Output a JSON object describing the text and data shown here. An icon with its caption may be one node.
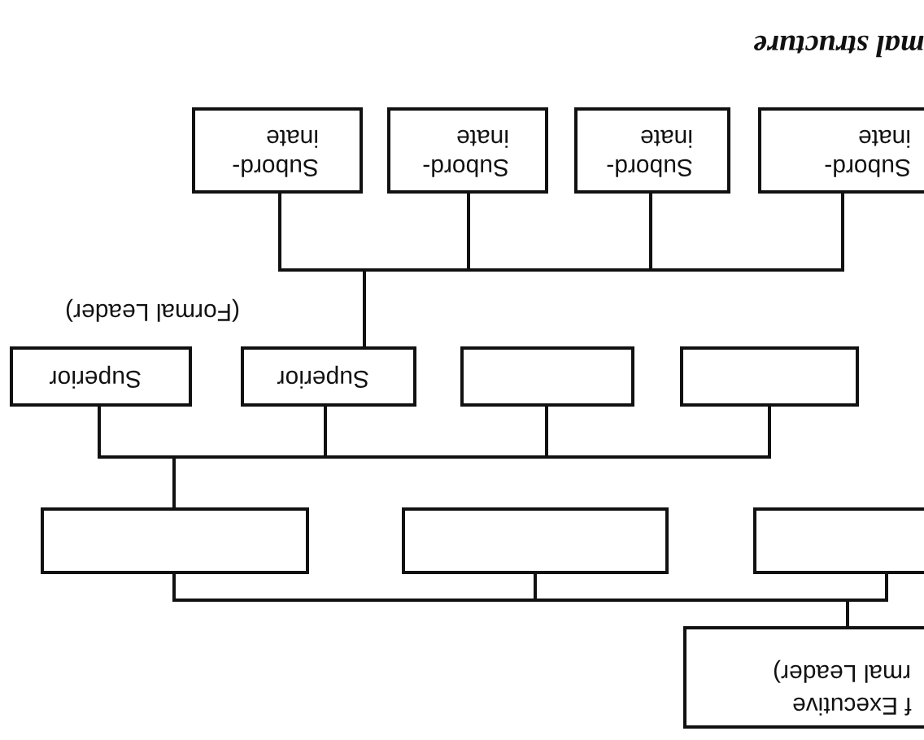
{
  "diagram": {
    "title": "mal structure",
    "nodes": [
      {
        "text": [
          "f Executive",
          "rmal Leader)"
        ]
      },
      {
        "text": [],
        "shape": "box"
      },
      {
        "text": [],
        "shape": "box"
      },
      {
        "text": [],
        "shape": "box"
      },
      {
        "text": [],
        "shape": "box"
      },
      {
        "text": [],
        "shape": "box"
      },
      {
        "text": [
          "Superior"
        ],
        "beside": [
          "(Formal Leader)"
        ]
      },
      {
        "text": [
          "Superior"
        ]
      },
      {
        "text": [
          "Subord-inate"
        ]
      },
      {
        "text": [
          "Subord-inate"
        ]
      },
      {
        "text": [
          "Subord-inate"
        ]
      },
      {
        "text": [
          "Subord-inate"
        ]
      }
    ],
    "edges": [
      {
        "from": 0,
        "to": 1,
        "arrow": "none"
      },
      {
        "from": 0,
        "to": 2,
        "arrow": "none"
      },
      {
        "from": 0,
        "to": 3,
        "arrow": "none"
      },
      {
        "from": 3,
        "to": 4,
        "arrow": "none"
      },
      {
        "from": 3,
        "to": 5,
        "arrow": "none"
      },
      {
        "from": 3,
        "to": 6,
        "arrow": "none"
      },
      {
        "from": 3,
        "to": 7,
        "arrow": "none"
      },
      {
        "from": 6,
        "to": 8,
        "arrow": "none"
      },
      {
        "from": 6,
        "to": 9,
        "arrow": "none"
      },
      {
        "from": 6,
        "to": 10,
        "arrow": "none"
      },
      {
        "from": 6,
        "to": 11,
        "arrow": "none"
      }
    ]
  }
}
